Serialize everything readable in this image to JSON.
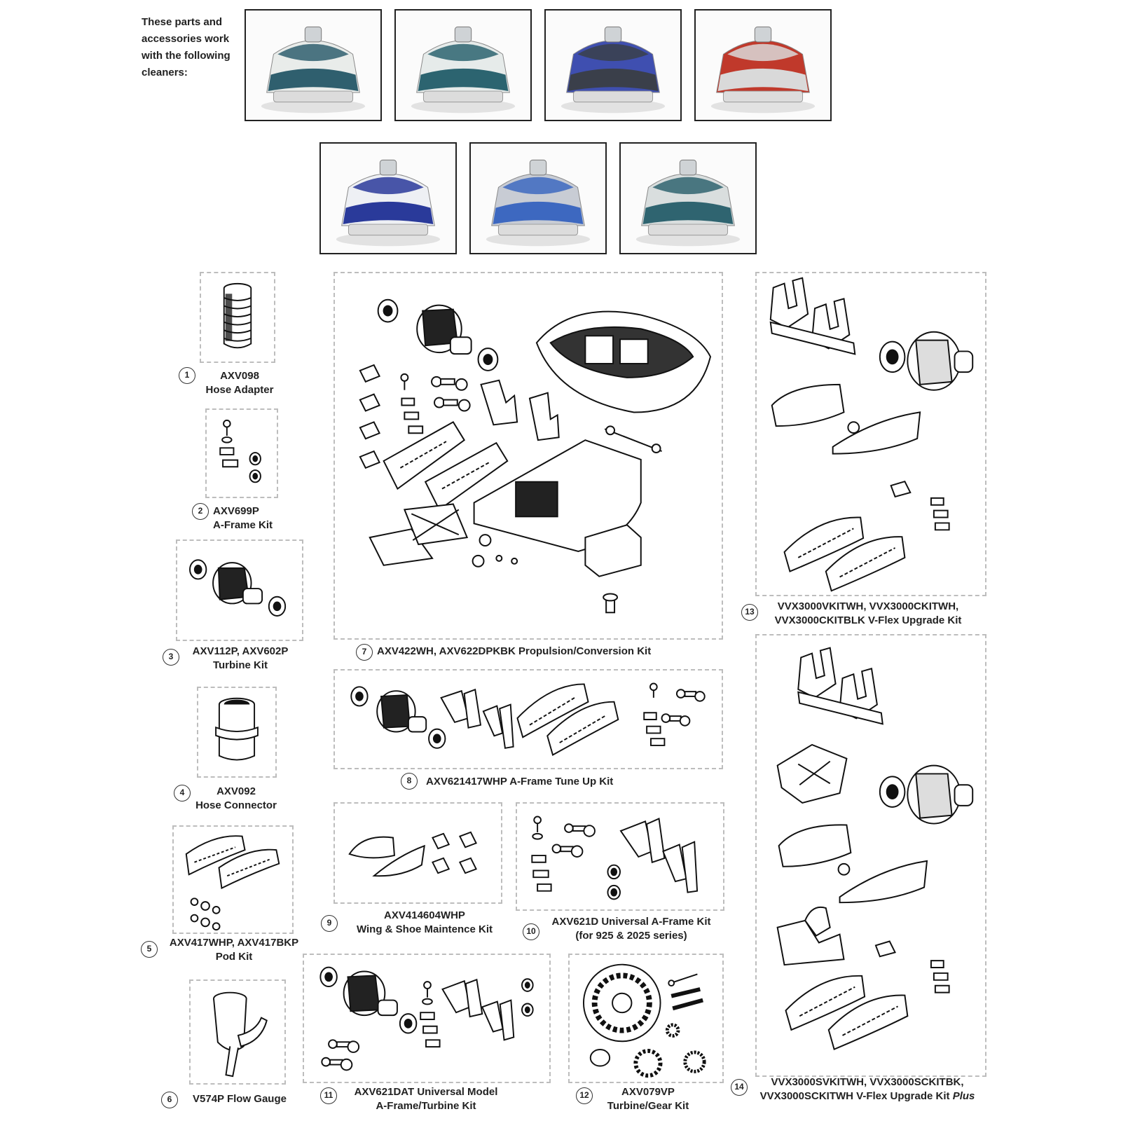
{
  "intro": {
    "line1": "These parts and",
    "line2": "accessories work",
    "line3": "with the following",
    "line4": "cleaners:"
  },
  "cleaners": [
    {
      "body_color": "#2f5f6e",
      "accent": "#e9ecea"
    },
    {
      "body_color": "#2c6470",
      "accent": "#e6ebea"
    },
    {
      "body_color": "#3a3f4a",
      "accent": "#3f4fb0"
    },
    {
      "body_color": "#d9d9d9",
      "accent": "#c0392b"
    },
    {
      "body_color": "#2a3a9a",
      "accent": "#eef0f4"
    },
    {
      "body_color": "#3d68c0",
      "accent": "#c8ccd4"
    },
    {
      "body_color": "#2f6470",
      "accent": "#d9dede"
    }
  ],
  "kits": [
    {
      "num": "1",
      "lines": [
        "AXV098",
        "Hose Adapter"
      ]
    },
    {
      "num": "2",
      "lines": [
        "AXV699P",
        "A-Frame Kit"
      ]
    },
    {
      "num": "3",
      "lines": [
        "AXV112P, AXV602P",
        "Turbine Kit"
      ]
    },
    {
      "num": "4",
      "lines": [
        "AXV092",
        "Hose Connector"
      ]
    },
    {
      "num": "5",
      "lines": [
        "AXV417WHP, AXV417BKP",
        "Pod Kit"
      ]
    },
    {
      "num": "6",
      "lines": [
        "V574P Flow Gauge"
      ]
    },
    {
      "num": "7",
      "lines": [
        "AXV422WH, AXV622DPKBK Propulsion/Conversion Kit"
      ]
    },
    {
      "num": "8",
      "lines": [
        "AXV621417WHP A-Frame Tune Up Kit"
      ]
    },
    {
      "num": "9",
      "lines": [
        "AXV414604WHP",
        "Wing & Shoe Maintence Kit"
      ]
    },
    {
      "num": "10",
      "lines": [
        "AXV621D Universal A-Frame Kit",
        "(for 925 & 2025 series)"
      ]
    },
    {
      "num": "11",
      "lines": [
        "AXV621DAT Universal Model",
        "A-Frame/Turbine Kit"
      ]
    },
    {
      "num": "12",
      "lines": [
        "AXV079VP",
        "Turbine/Gear Kit"
      ]
    },
    {
      "num": "13",
      "lines": [
        "VVX3000VKITWH, VVX3000CKITWH,",
        "VVX3000CKITBLK V-Flex Upgrade Kit"
      ]
    },
    {
      "num": "14",
      "lines": [
        "VVX3000SVKITWH, VVX3000SCKITBK,",
        "VVX3000SCKITWH V-Flex Upgrade Kit"
      ],
      "suffix": "Plus"
    }
  ]
}
